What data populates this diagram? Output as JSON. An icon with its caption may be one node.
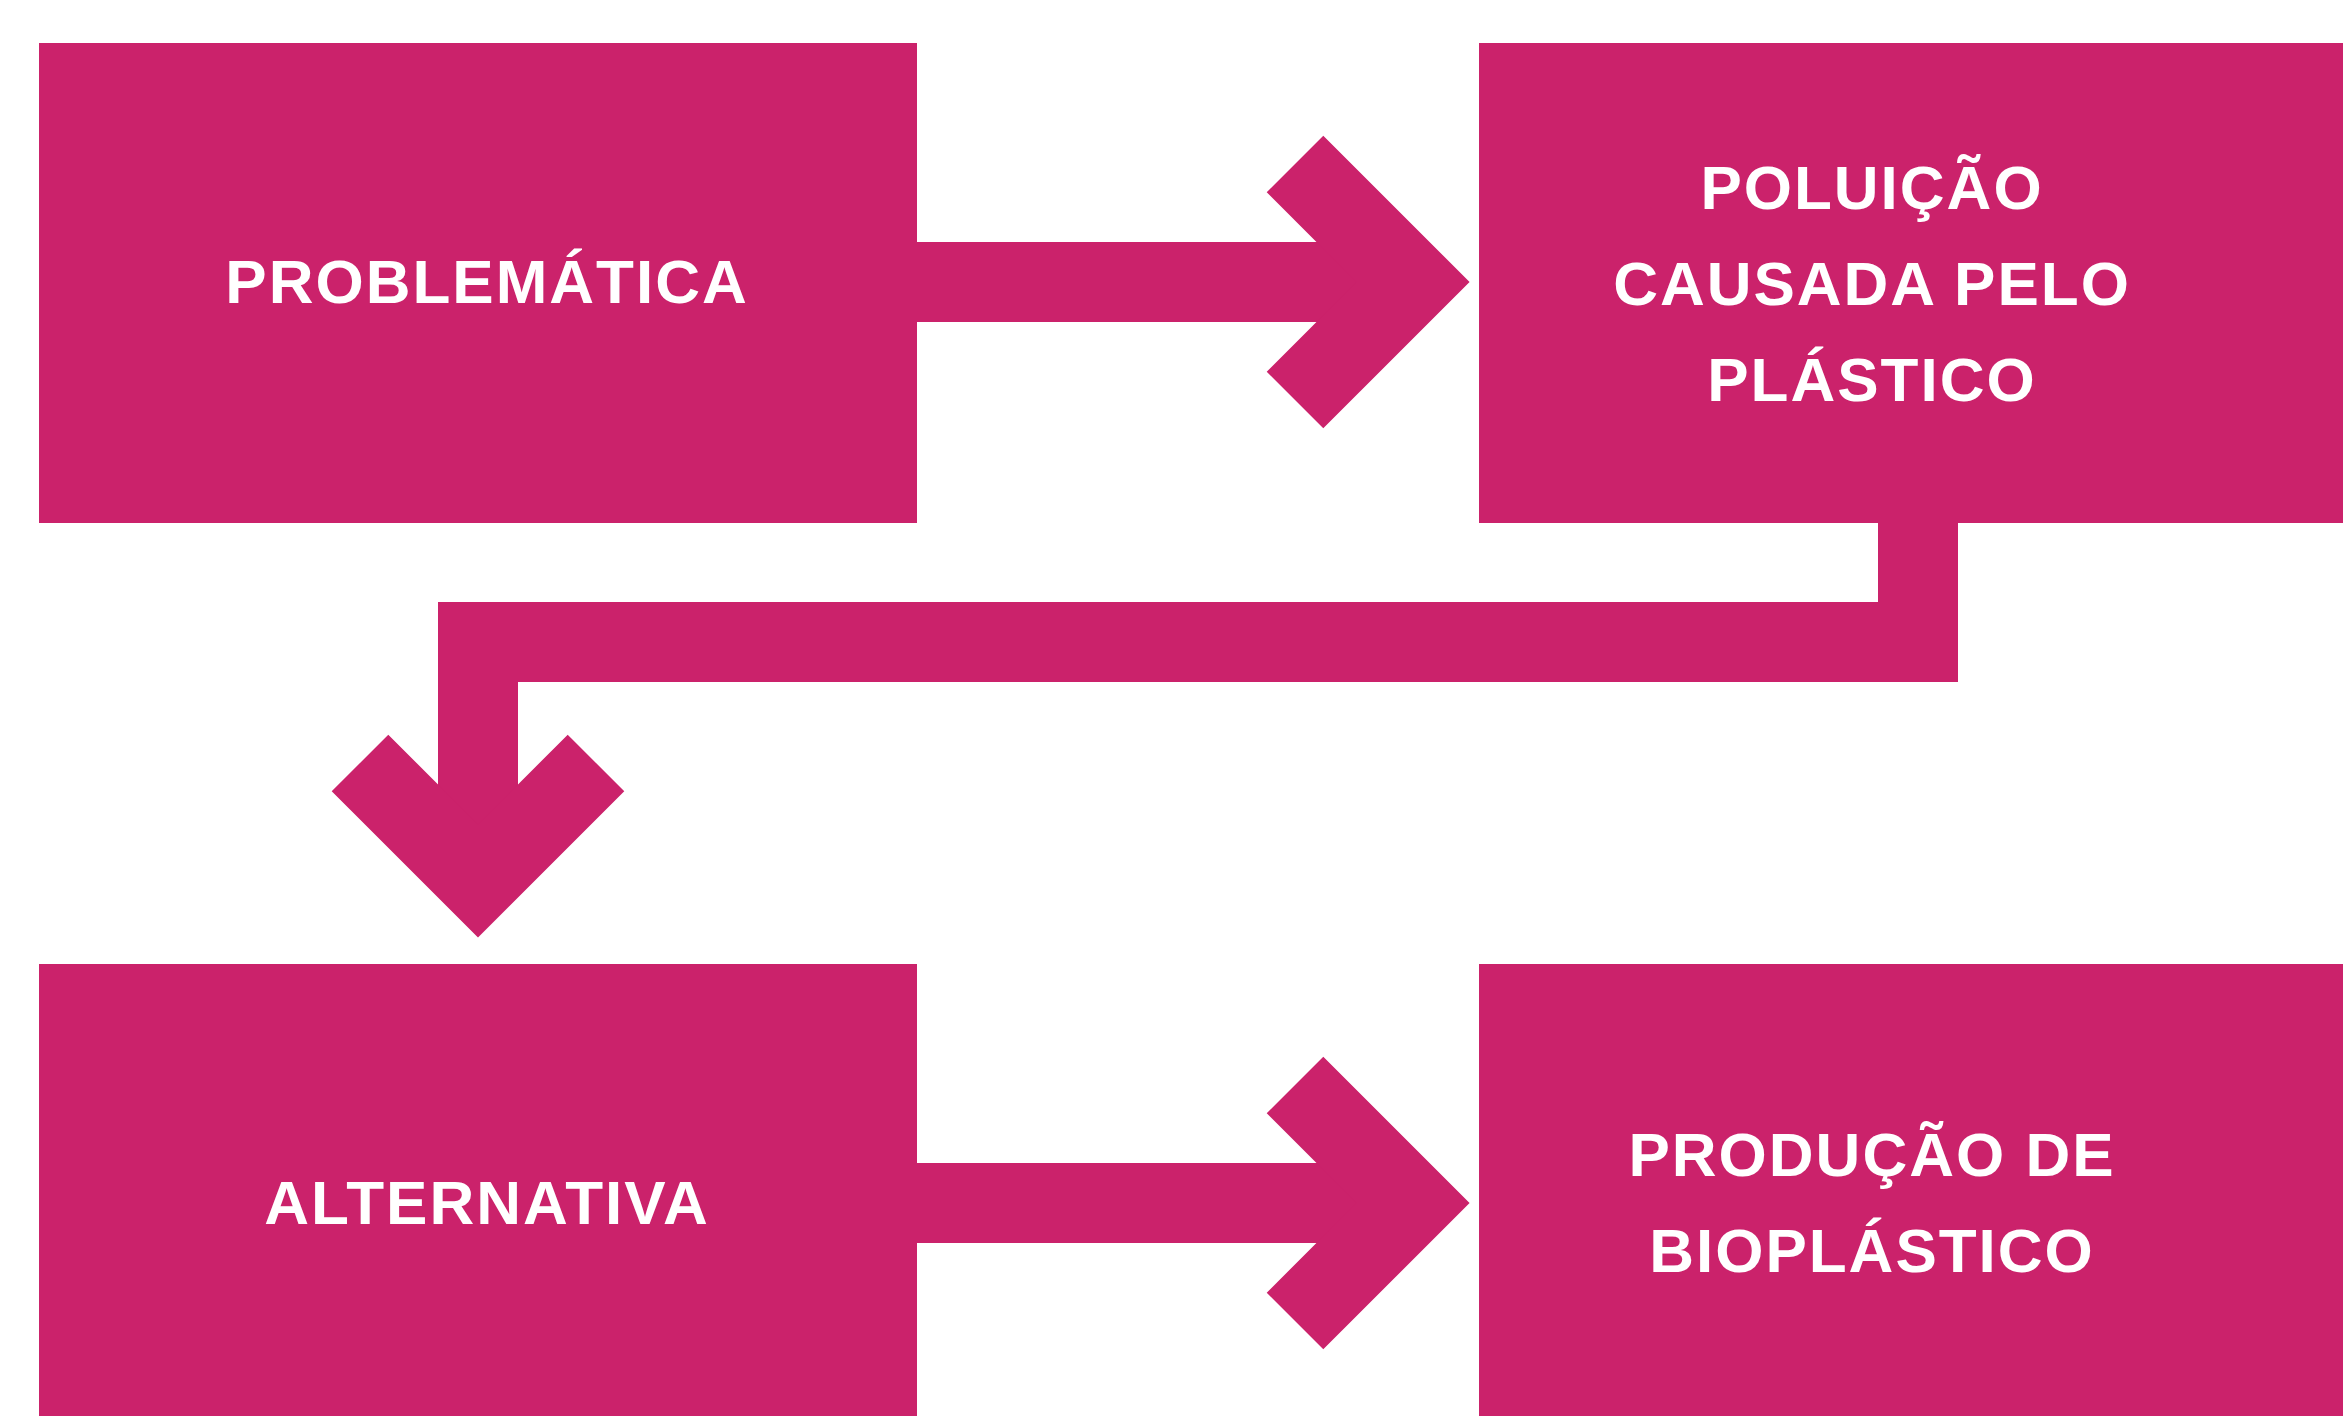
{
  "diagram": {
    "nodes": [
      {
        "text": [
          "PROBLEMÁTICA"
        ]
      },
      {
        "text": [
          "POLUIÇÃO CAUSADA PELO PLÁSTICO"
        ]
      },
      {
        "text": [
          "ALTERNATIVA"
        ]
      },
      {
        "text": [
          "PRODUÇÃO DE BIOPLÁSTICO"
        ]
      }
    ],
    "edges": [
      {
        "from": 0,
        "to": 1,
        "arrow": "to"
      },
      {
        "from": 1,
        "to": 2,
        "arrow": "to"
      },
      {
        "from": 2,
        "to": 3,
        "arrow": "to"
      }
    ]
  }
}
